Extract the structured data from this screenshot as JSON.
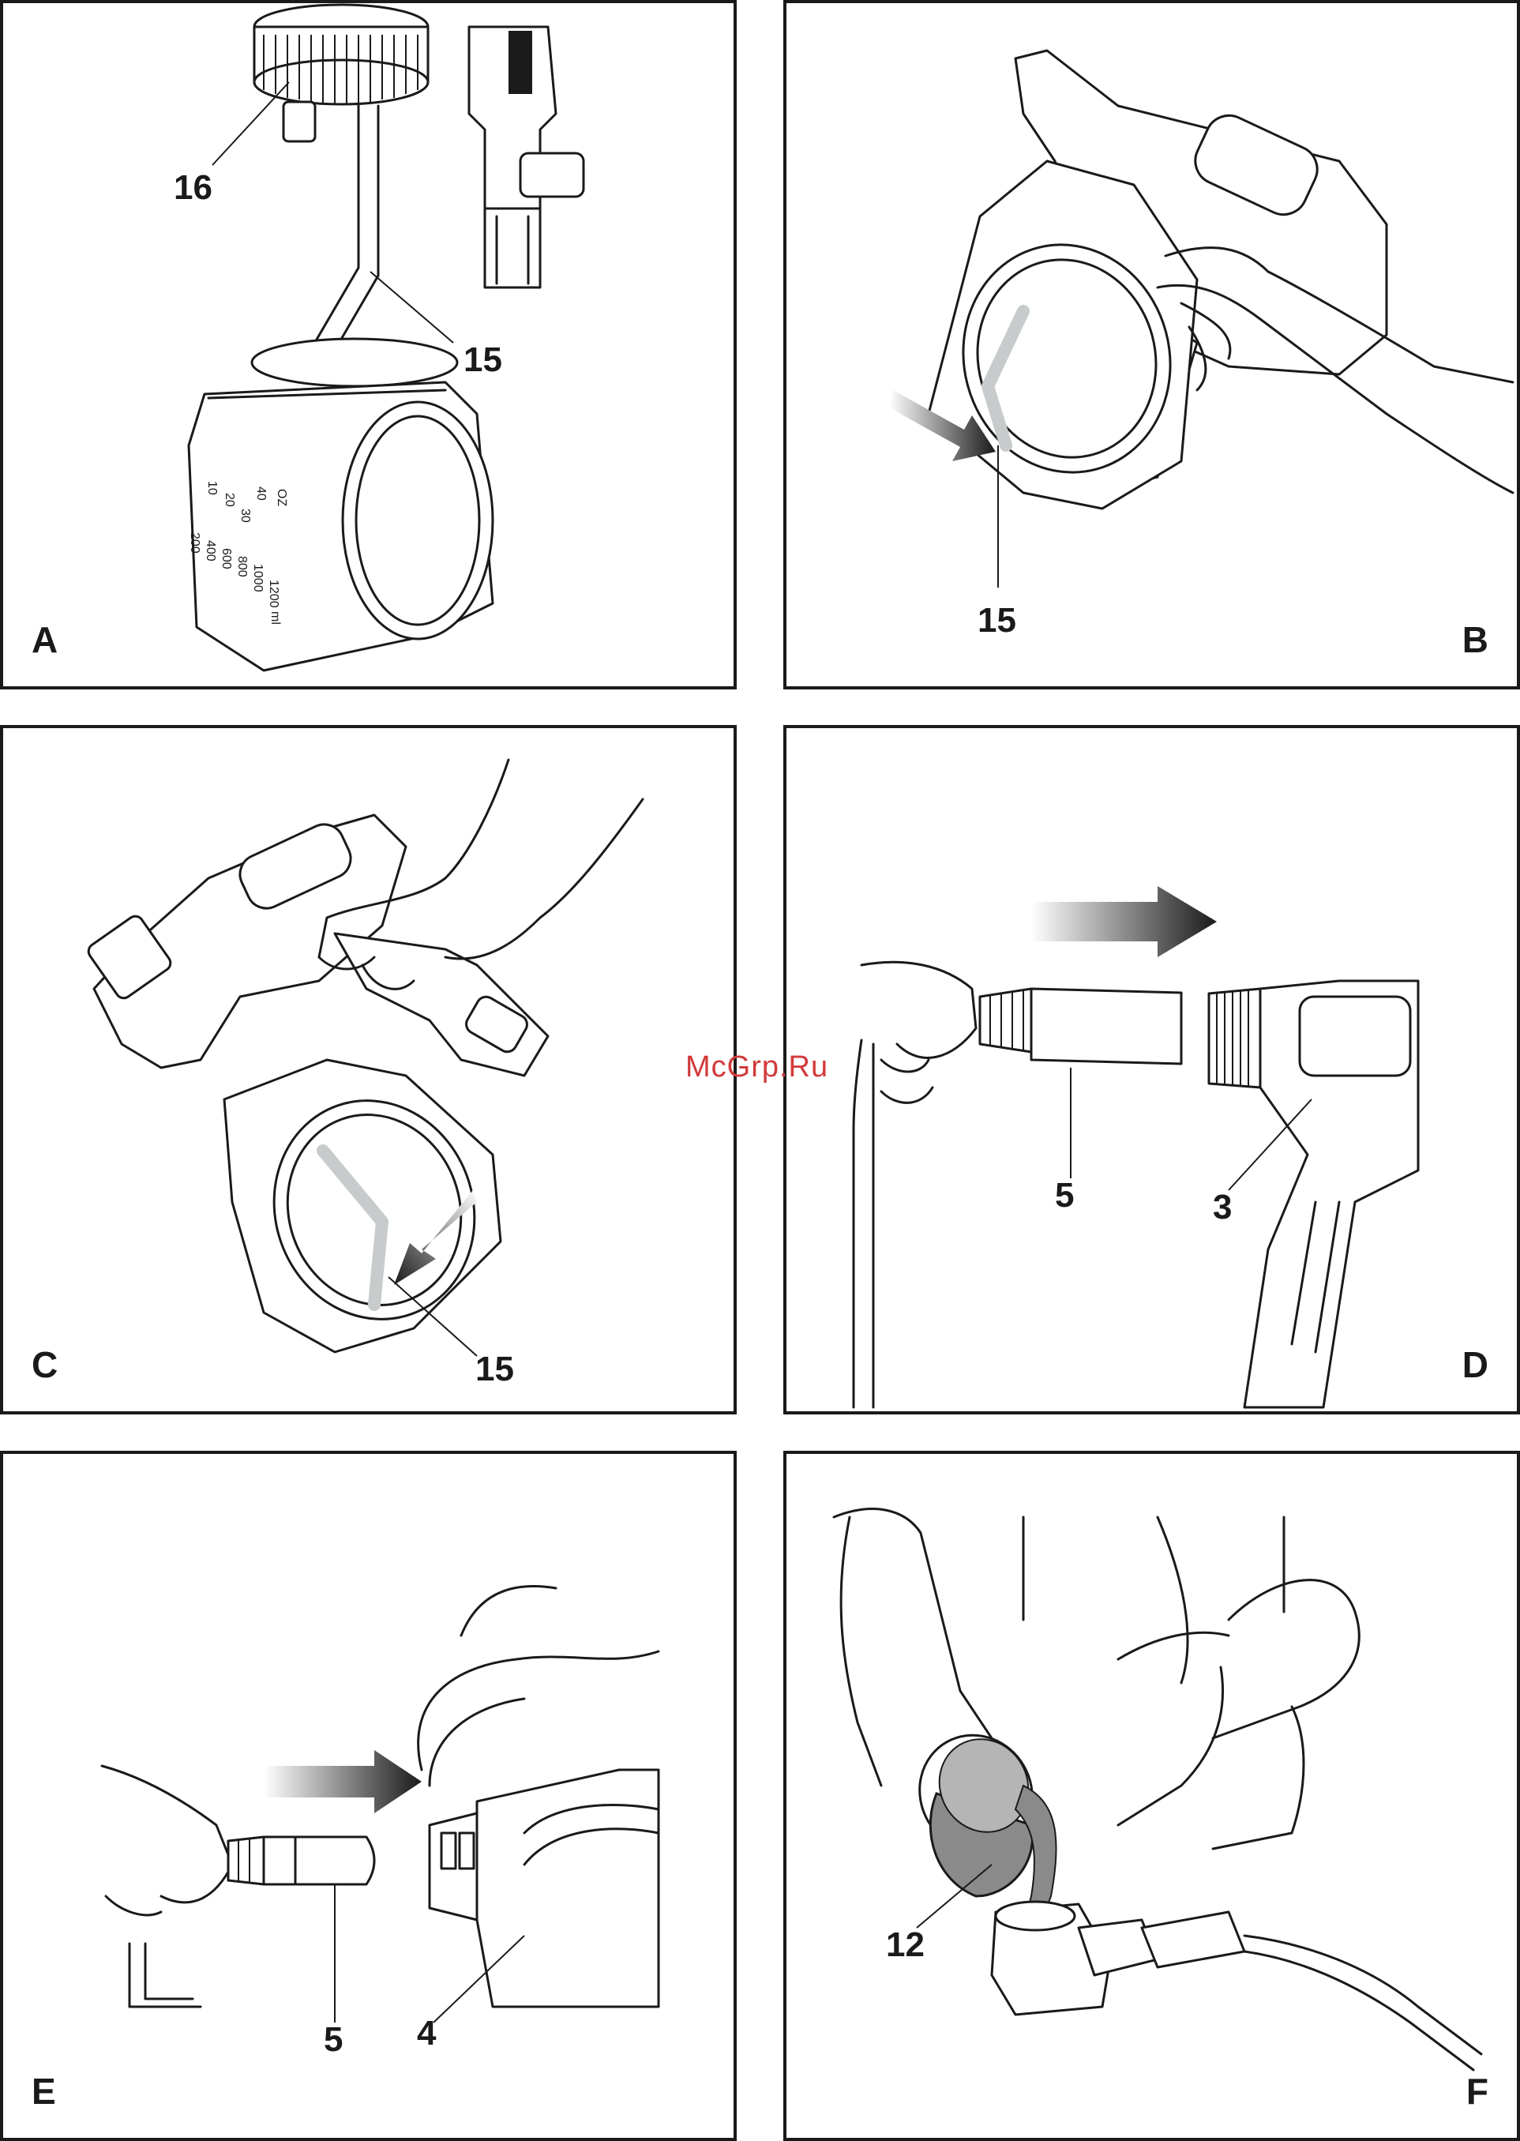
{
  "panels": {
    "A": {
      "letter": "A",
      "callouts": [
        "16",
        "15"
      ]
    },
    "B": {
      "letter": "B",
      "callouts": [
        "15"
      ]
    },
    "C": {
      "letter": "C",
      "callouts": [
        "15"
      ]
    },
    "D": {
      "letter": "D",
      "callouts": [
        "5",
        "3"
      ]
    },
    "E": {
      "letter": "E",
      "callouts": [
        "5",
        "4"
      ]
    },
    "F": {
      "letter": "F",
      "callouts": [
        "12"
      ]
    }
  },
  "container_scale": {
    "oz_label": "OZ",
    "ml_label": "ml",
    "oz_marks": [
      "40",
      "30",
      "20",
      "10"
    ],
    "ml_marks": [
      "1200",
      "1000",
      "800",
      "600",
      "400",
      "200"
    ]
  },
  "watermark": "McGrp.Ru",
  "colors": {
    "line": "#1a1a1a",
    "suction_tube": "#c7cbcc",
    "paint": "#8a8a8a",
    "watermark": "#d23a3a"
  }
}
